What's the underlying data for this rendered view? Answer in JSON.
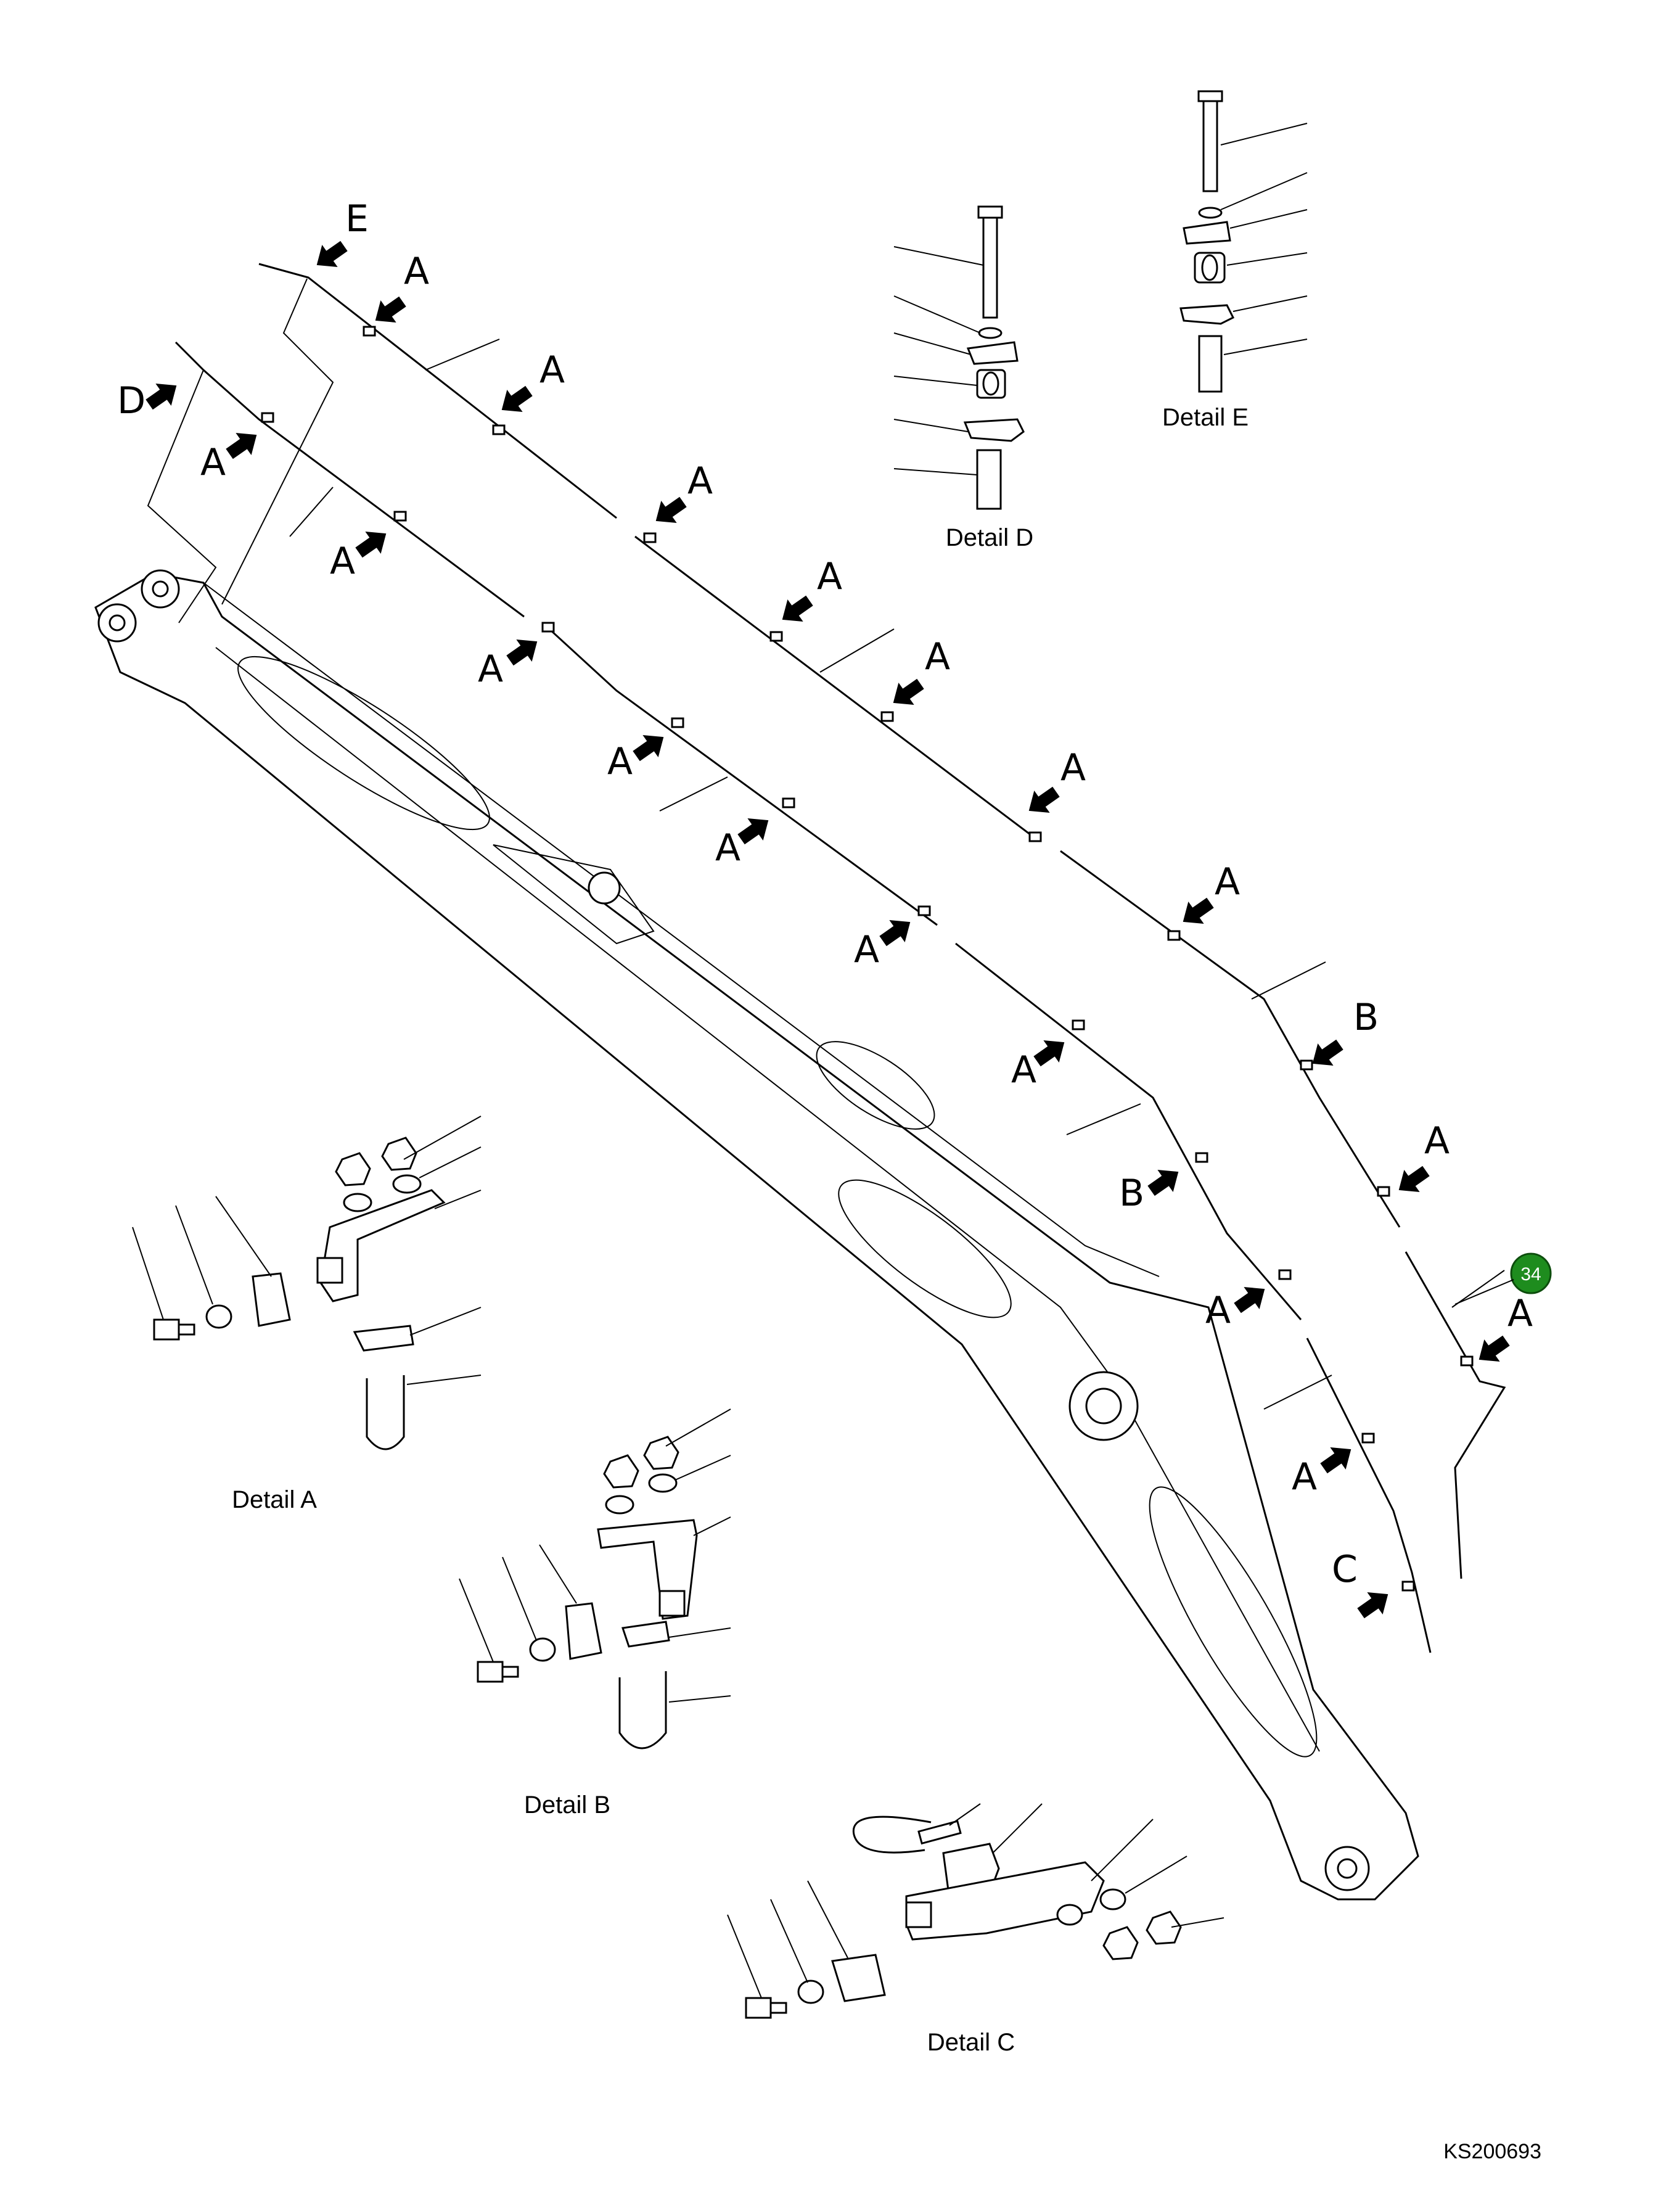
{
  "details": {
    "a": "Detail A",
    "b": "Detail B",
    "c": "Detail C",
    "d": "Detail D",
    "e": "Detail E"
  },
  "callouts": {
    "a": "A",
    "b": "B",
    "c": "C",
    "d": "D",
    "e": "E"
  },
  "badge": {
    "label": "34",
    "color": "#1e8c1e"
  },
  "drawing_code": "KS200693"
}
